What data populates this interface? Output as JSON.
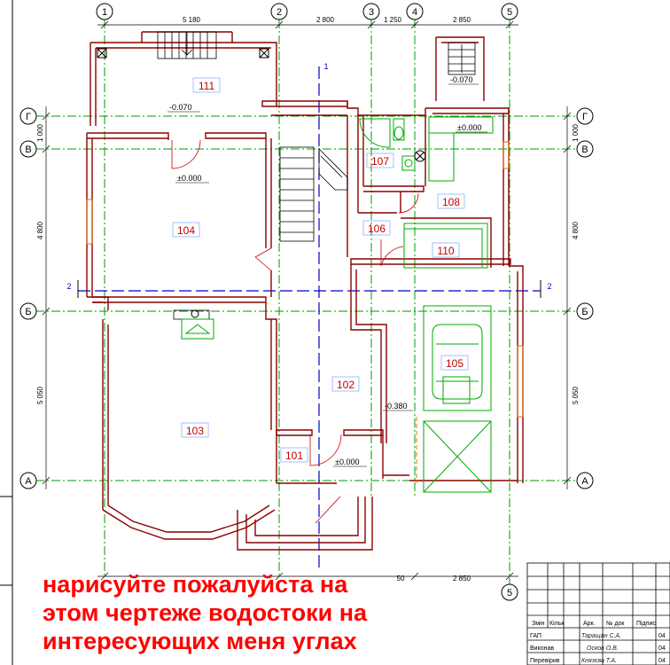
{
  "axes": {
    "vertical": [
      "1",
      "2",
      "3",
      "4",
      "5"
    ],
    "horizontal": [
      "Г",
      "В",
      "Б",
      "А"
    ],
    "section_marks": [
      "1",
      "2",
      "2"
    ]
  },
  "dimensions": {
    "top": [
      "5 180",
      "2 800",
      "1 250",
      "2 850"
    ],
    "bottom": [
      "50",
      "2 850"
    ],
    "left": [
      "1 000",
      "4 800",
      "5 050"
    ],
    "right": [
      "1 000",
      "4 800",
      "5 050"
    ]
  },
  "rooms": [
    "111",
    "104",
    "103",
    "101",
    "102",
    "107",
    "106",
    "108",
    "110",
    "105"
  ],
  "levels": [
    "-0.070",
    "±0.000",
    "-0.070",
    "±0.000",
    "±0.000",
    "-0.380"
  ],
  "stamp": {
    "headers": [
      "Змін",
      "Кільк",
      "Арк.",
      "№ док",
      "Підпис"
    ],
    "rows": [
      {
        "role": "ГАП",
        "name": "Таращан С.А.",
        "extra": "04"
      },
      {
        "role": "Виконав",
        "name": "Осков О.В.",
        "extra": "04"
      },
      {
        "role": "Перевірив",
        "name": "Князєва Т.А.",
        "extra": "04"
      }
    ]
  },
  "note": {
    "lines": [
      "нарисуйте пожалуйста на",
      "этом чертеже водостоки на",
      "интересующих меня углах"
    ]
  },
  "colors": {
    "walls": "#8b0000",
    "axis_lines": "#009900",
    "section_line": "#0000cc",
    "room_number": "#c00000",
    "note": "#ff0000",
    "fixtures": "#00aa00"
  }
}
